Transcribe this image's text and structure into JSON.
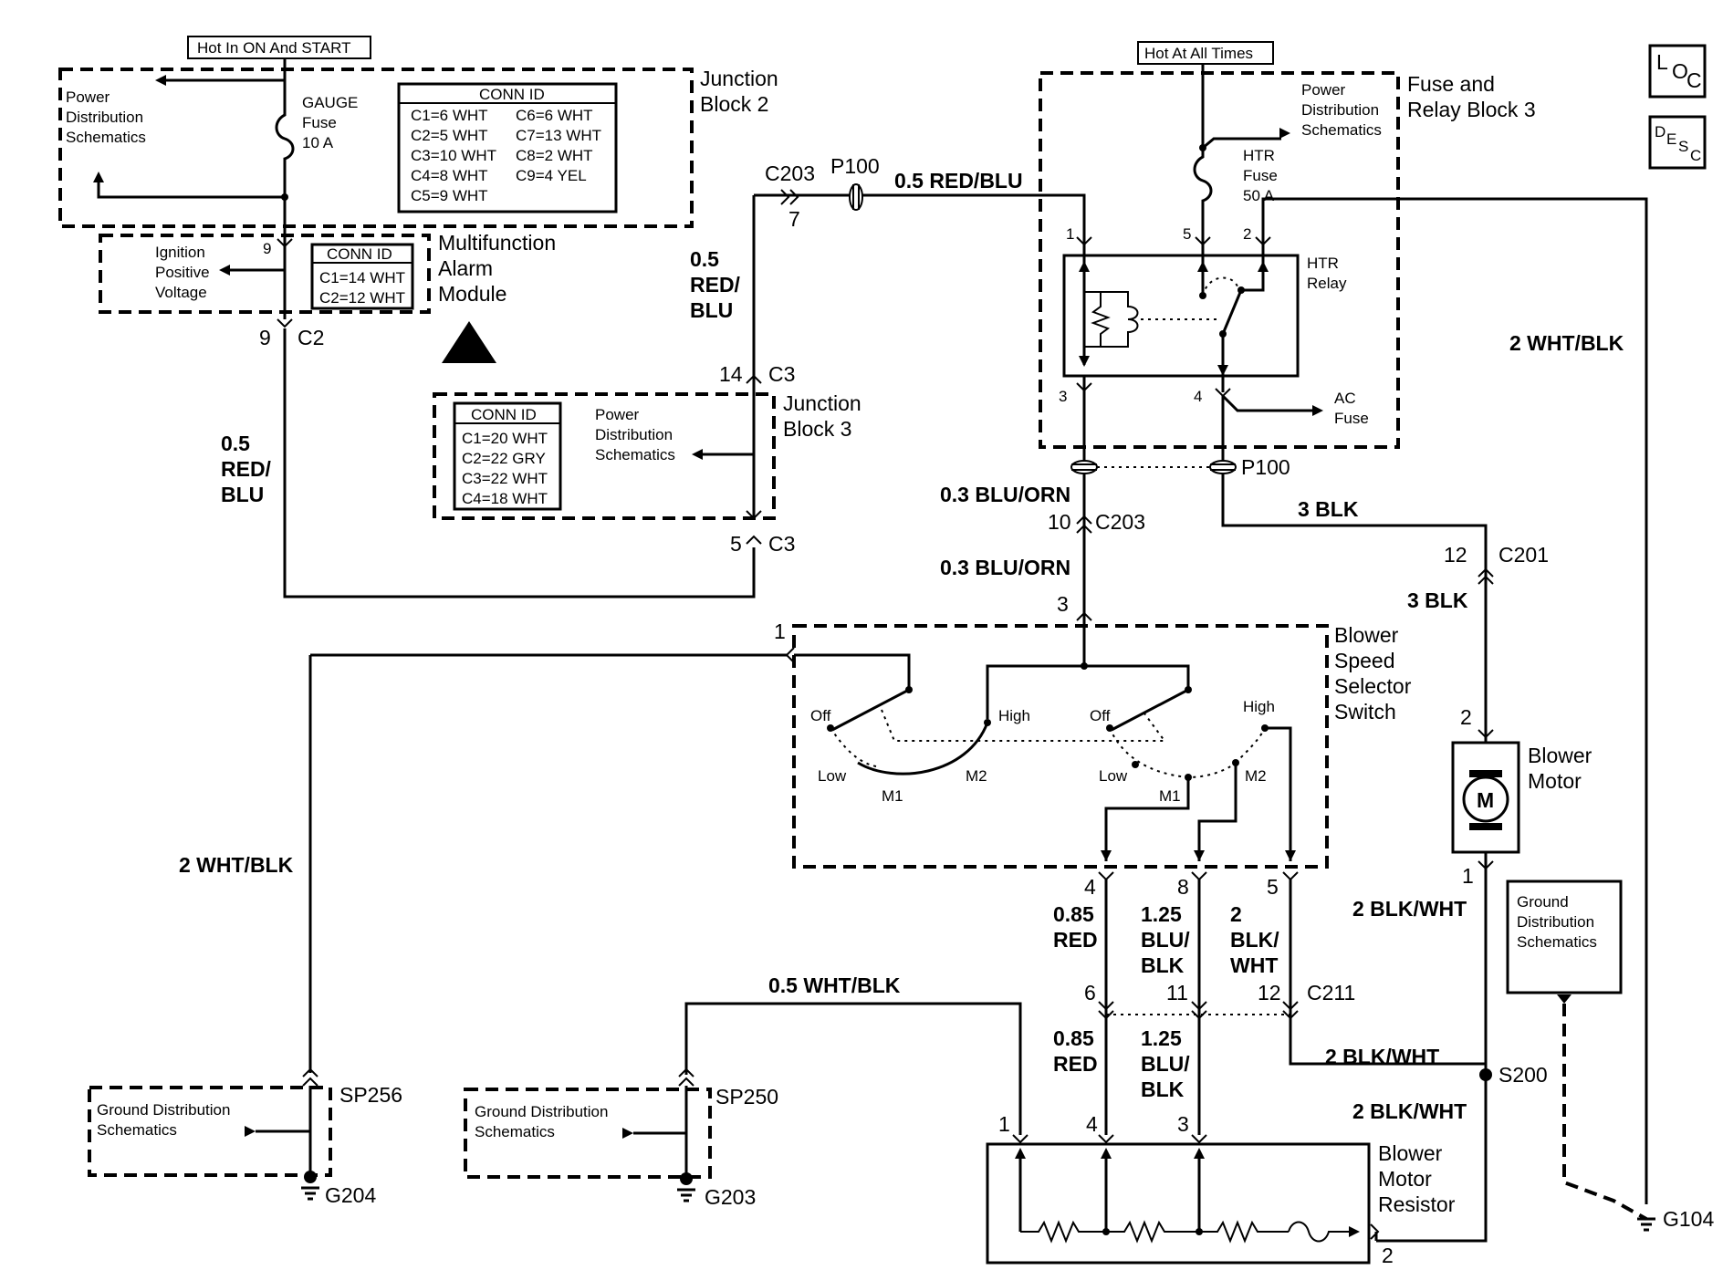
{
  "top": {
    "hot_on_start": "Hot In ON And START",
    "hot_all_times": "Hot At All Times"
  },
  "corner_icons": {
    "loc": "LOC",
    "desc": "DESC"
  },
  "junction_block_2": {
    "title_1": "Junction",
    "title_2": "Block 2",
    "pds_1": "Power",
    "pds_2": "Distribution",
    "pds_3": "Schematics",
    "fuse_1": "GAUGE",
    "fuse_2": "Fuse",
    "fuse_3": "10 A",
    "conn_header": "CONN ID",
    "conn": [
      "C1=6 WHT",
      "C6=6 WHT",
      "C2=5 WHT",
      "C7=13 WHT",
      "C3=10 WHT",
      "C8=2 WHT",
      "C4=8 WHT",
      "C9=4 YEL",
      "C5=9 WHT"
    ]
  },
  "multifunction": {
    "title_1": "Multifunction",
    "title_2": "Alarm",
    "title_3": "Module",
    "ign_1": "Ignition",
    "ign_2": "Positive",
    "ign_3": "Voltage",
    "pin_top": "9",
    "pin_bottom": "9",
    "connector": "C2",
    "conn_header": "CONN ID",
    "conn": [
      "C1=14 WHT",
      "C2=12 WHT"
    ]
  },
  "junction_block_3": {
    "title_1": "Junction",
    "title_2": "Block 3",
    "pds_1": "Power",
    "pds_2": "Distribution",
    "pds_3": "Schematics",
    "pin_top": "14",
    "conn_top": "C3",
    "pin_bottom": "5",
    "conn_bottom": "C3",
    "conn_header": "CONN ID",
    "conn": [
      "C1=20 WHT",
      "C2=22 GRY",
      "C3=22 WHT",
      "C4=18 WHT"
    ]
  },
  "fuse_relay_block_3": {
    "title_1": "Fuse and",
    "title_2": "Relay Block 3",
    "pds_1": "Power",
    "pds_2": "Distribution",
    "pds_3": "Schematics",
    "fuse_1": "HTR",
    "fuse_2": "Fuse",
    "fuse_3": "50 A",
    "relay_1": "HTR",
    "relay_2": "Relay",
    "ac_1": "AC",
    "ac_2": "Fuse",
    "pins": [
      "1",
      "5",
      "2",
      "3",
      "4"
    ]
  },
  "connectors": {
    "c203_top": "C203",
    "c203_top_pin": "7",
    "p100_top": "P100",
    "p100_bottom": "P100",
    "c203_mid": "C203",
    "c203_mid_pin": "10",
    "c201": "C201",
    "c201_pin": "12",
    "c211": "C211",
    "c211_pins": [
      "6",
      "11",
      "12"
    ],
    "s200": "S200",
    "sp256": "SP256",
    "sp250": "SP250",
    "g204": "G204",
    "g203": "G203",
    "g104": "G104"
  },
  "wires": {
    "red_blu_05_top": "0.5 RED/BLU",
    "red_blu_05_mid_1": "0.5",
    "red_blu_05_mid_2": "RED/",
    "red_blu_05_mid_3": "BLU",
    "red_blu_05_left_1": "0.5",
    "red_blu_05_left_2": "RED/",
    "red_blu_05_left_3": "BLU",
    "wht_blk_2_right": "2 WHT/BLK",
    "blu_orn_03_a": "0.3 BLU/ORN",
    "blu_orn_03_b": "0.3 BLU/ORN",
    "blk_3_a": "3 BLK",
    "blk_3_b": "3 BLK",
    "wht_blk_2_left": "2 WHT/BLK",
    "blk_wht_2_a": "2 BLK/WHT",
    "blk_wht_2_b": "2 BLK/WHT",
    "blk_wht_2_c": "2 BLK/WHT",
    "wht_blk_05": "0.5 WHT/BLK",
    "red_085_a_1": "0.85",
    "red_085_a_2": "RED",
    "blu_blk_125_a_1": "1.25",
    "blu_blk_125_a_2": "BLU/",
    "blu_blk_125_a_3": "BLK",
    "blk_wht_2_d_1": "2",
    "blk_wht_2_d_2": "BLK/",
    "blk_wht_2_d_3": "WHT",
    "red_085_b_1": "0.85",
    "red_085_b_2": "RED",
    "blu_blk_125_b_1": "1.25",
    "blu_blk_125_b_2": "BLU/",
    "blu_blk_125_b_3": "BLK"
  },
  "blower_switch": {
    "title_1": "Blower",
    "title_2": "Speed",
    "title_3": "Selector",
    "title_4": "Switch",
    "pin_1": "1",
    "pin_3": "3",
    "pins_bottom": [
      "4",
      "8",
      "5"
    ],
    "left": {
      "off": "Off",
      "low": "Low",
      "m1": "M1",
      "m2": "M2",
      "high": "High"
    },
    "right": {
      "off": "Off",
      "low": "Low",
      "m1": "M1",
      "m2": "M2",
      "high": "High"
    }
  },
  "blower_motor": {
    "title_1": "Blower",
    "title_2": "Motor",
    "symbol": "M",
    "pin_top": "2",
    "pin_bottom": "1"
  },
  "ground_dist": {
    "line_1": "Ground",
    "line_2": "Distribution",
    "line_3": "Schematics"
  },
  "gds_left": {
    "line_1": "Ground Distribution",
    "line_2": "Schematics"
  },
  "gds_mid": {
    "line_1": "Ground Distribution",
    "line_2": "Schematics"
  },
  "resistor": {
    "title_1": "Blower",
    "title_2": "Motor",
    "title_3": "Resistor",
    "pins": [
      "1",
      "4",
      "3",
      "2"
    ]
  }
}
